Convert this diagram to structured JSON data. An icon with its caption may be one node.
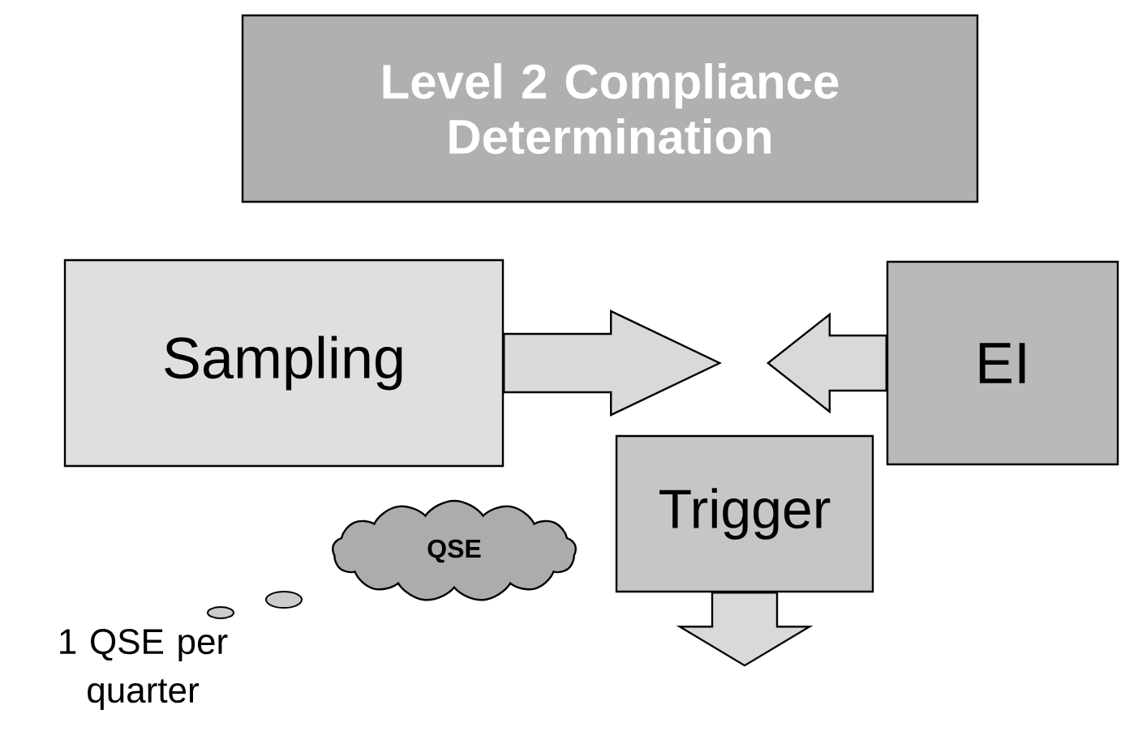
{
  "diagram": {
    "nodes": [
      {
        "text": [
          "Level 2 Compliance Determination"
        ]
      },
      {
        "text": [
          "Sampling"
        ]
      },
      {
        "text": [
          "EI"
        ]
      },
      {
        "text": [
          "Trigger"
        ]
      },
      {
        "text": [
          "QSE"
        ]
      }
    ],
    "edges": [
      {
        "from": 1,
        "to": null,
        "arrow": "to"
      },
      {
        "from": 2,
        "to": null,
        "arrow": "to"
      },
      {
        "from": 3,
        "to": null,
        "arrow": "to"
      }
    ],
    "labels": [
      "1 QSE per quarter"
    ]
  }
}
